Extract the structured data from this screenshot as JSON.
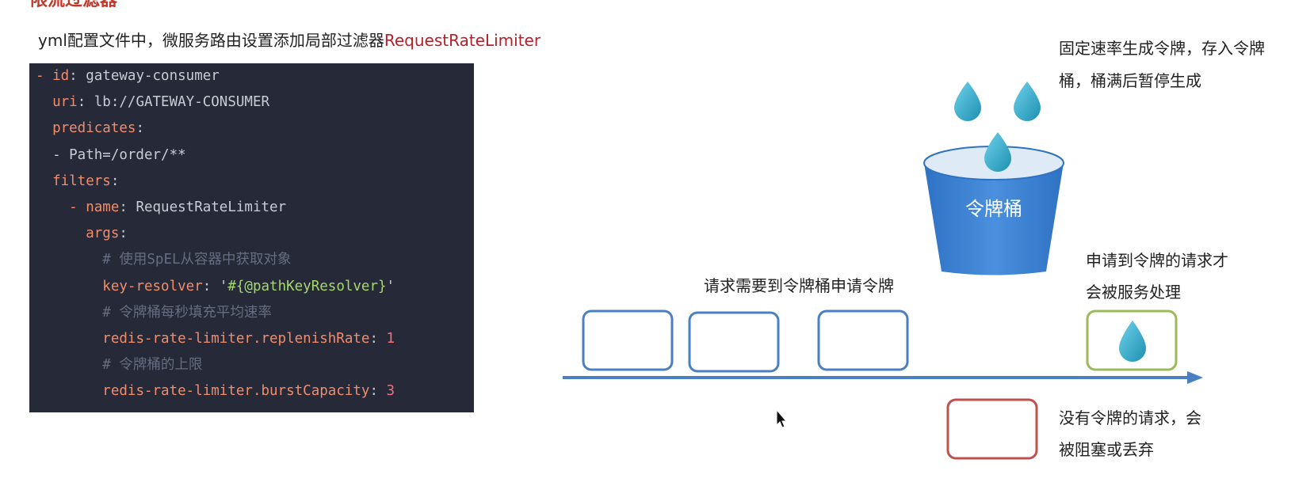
{
  "header": {
    "title": "限流过滤器"
  },
  "intro": {
    "text": "yml配置文件中，微服务路由设置添加局部过滤器",
    "highlight": "RequestRateLimiter"
  },
  "code": {
    "lines": [
      [
        {
          "t": "- ",
          "c": "k"
        },
        {
          "t": "id",
          "c": "k"
        },
        {
          "t": ": gateway-consumer",
          "c": "v"
        }
      ],
      [
        {
          "t": "  ",
          "c": "v"
        },
        {
          "t": "uri",
          "c": "k"
        },
        {
          "t": ": lb://GATEWAY-CONSUMER",
          "c": "v"
        }
      ],
      [
        {
          "t": "  ",
          "c": "v"
        },
        {
          "t": "predicates",
          "c": "k"
        },
        {
          "t": ":",
          "c": "v"
        }
      ],
      [
        {
          "t": "  ",
          "c": "v"
        },
        {
          "t": "- Path=/order/**",
          "c": "v"
        }
      ],
      [
        {
          "t": "  ",
          "c": "v"
        },
        {
          "t": "filters",
          "c": "k"
        },
        {
          "t": ":",
          "c": "v"
        }
      ],
      [
        {
          "t": "    ",
          "c": "v"
        },
        {
          "t": "- name",
          "c": "k"
        },
        {
          "t": ": RequestRateLimiter",
          "c": "v"
        }
      ],
      [
        {
          "t": "      ",
          "c": "v"
        },
        {
          "t": "args",
          "c": "k"
        },
        {
          "t": ":",
          "c": "v"
        }
      ],
      [
        {
          "t": "        ",
          "c": "v"
        },
        {
          "t": "# 使用SpEL从容器中获取对象",
          "c": "c"
        }
      ],
      [
        {
          "t": "        ",
          "c": "v"
        },
        {
          "t": "key-resolver",
          "c": "k"
        },
        {
          "t": ": ",
          "c": "v"
        },
        {
          "t": "'",
          "c": "v"
        },
        {
          "t": "#{@pathKeyResolver}",
          "c": "s"
        },
        {
          "t": "'",
          "c": "v"
        }
      ],
      [
        {
          "t": "        ",
          "c": "v"
        },
        {
          "t": "# 令牌桶每秒填充平均速率",
          "c": "c"
        }
      ],
      [
        {
          "t": "        ",
          "c": "v"
        },
        {
          "t": "redis-rate-limiter.replenishRate",
          "c": "k"
        },
        {
          "t": ": ",
          "c": "v"
        },
        {
          "t": "1",
          "c": "n"
        }
      ],
      [
        {
          "t": "        ",
          "c": "v"
        },
        {
          "t": "# 令牌桶的上限",
          "c": "c"
        }
      ],
      [
        {
          "t": "        ",
          "c": "v"
        },
        {
          "t": "redis-rate-limiter.burstCapacity",
          "c": "k"
        },
        {
          "t": ": ",
          "c": "v"
        },
        {
          "t": "3",
          "c": "n"
        }
      ]
    ]
  },
  "diagram": {
    "bucket_label": "令牌桶",
    "fill_note": [
      "固定速率生成令牌，存入令牌",
      "桶，桶满后暂停生成"
    ],
    "request_note": "请求需要到令牌桶申请令牌",
    "granted_note": [
      "申请到令牌的请求才",
      "会被服务处理"
    ],
    "blocked_note": [
      "没有令牌的请求，会",
      "被阻塞或丢弃"
    ],
    "colors": {
      "bucket": "#3b82d0",
      "drop": "#2aa8c8",
      "pending_box": "#4a7fc1",
      "granted_box": "#9bbb59",
      "blocked_box": "#c0504d",
      "arrow": "#4a7fc1"
    },
    "icons": [
      "water-drop-icon",
      "cursor-icon"
    ]
  }
}
